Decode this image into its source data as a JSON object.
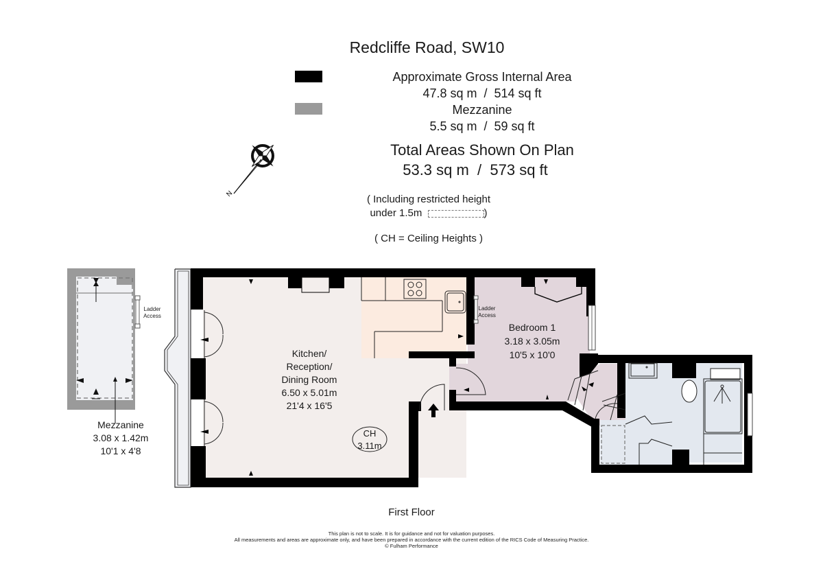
{
  "header": {
    "title": "Redcliffe Road, SW10"
  },
  "legend": {
    "gross_internal": {
      "label": "Approximate Gross Internal Area",
      "value": "47.8 sq m  /  514 sq ft",
      "swatch_color": "#000000"
    },
    "mezzanine": {
      "label": "Mezzanine",
      "value": "5.5 sq m  /  59 sq ft",
      "swatch_color": "#9a9a9a"
    }
  },
  "totals": {
    "label": "Total Areas Shown On Plan",
    "value": "53.3 sq m  /  573 sq ft"
  },
  "notes": {
    "restricted_line1": "( Including restricted height",
    "restricted_line2": "under 1.5m",
    "restricted_close": ")",
    "ceiling_heights": "( CH = Ceiling Heights )"
  },
  "compass": {
    "icon": "compass-rose-icon",
    "north_label": "N"
  },
  "rooms": {
    "kitchen": {
      "name_line1": "Kitchen/",
      "name_line2": "Reception/",
      "name_line3": "Dining Room",
      "metric": "6.50 x 5.01m",
      "imperial": "21'4 x 16'5",
      "fill": "#f3eeec"
    },
    "kitchen_units": {
      "fill": "#fcebe0"
    },
    "bedroom": {
      "name": "Bedroom 1",
      "metric": "3.18 x 3.05m",
      "imperial": "10'5 x 10'0",
      "fill": "#e2d6dc"
    },
    "bathroom": {
      "fill": "#e3e8ef"
    },
    "mezzanine": {
      "name": "Mezzanine",
      "metric": "3.08 x 1.42m",
      "imperial": "10'1 x 4'8",
      "fill": "#f0f1f4",
      "wall_color": "#9a9a9a"
    }
  },
  "ceiling_height": {
    "label": "CH",
    "value": "3.11m"
  },
  "ladder_access": {
    "line1": "Ladder",
    "line2": "Access"
  },
  "floor_label": "First Floor",
  "disclaimer": {
    "line1": "This plan is not to scale. It is for guidance and not for valuation purposes.",
    "line2": "All measurements and areas are approximate only, and have been prepared in accordance with the current edition of the RICS Code of Measuring Practice.",
    "line3": "© Fulham Performance"
  }
}
